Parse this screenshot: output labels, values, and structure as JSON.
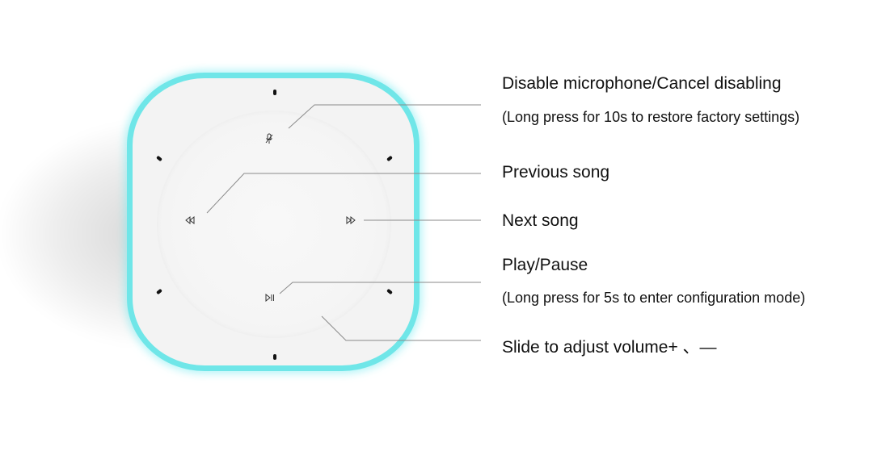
{
  "figure": {
    "device": {
      "ring_color": "#6fe6e8",
      "body_color": "#f3f3f3",
      "controls": [
        {
          "name": "microphone-mute",
          "icon": "mic-off-icon",
          "glyph": "🎙"
        },
        {
          "name": "previous",
          "icon": "rewind-icon",
          "glyph": "⏪"
        },
        {
          "name": "next",
          "icon": "fast-forward-icon",
          "glyph": "⏩"
        },
        {
          "name": "play-pause",
          "icon": "play-pause-icon",
          "glyph": "⏯"
        }
      ]
    },
    "annotations": [
      {
        "title": "Disable microphone/Cancel disabling",
        "subtitle": "(Long press for 10s to restore factory settings)"
      },
      {
        "title": "Previous song"
      },
      {
        "title": "Next song"
      },
      {
        "title": "Play/Pause",
        "subtitle": "(Long press for 5s to enter configuration mode)"
      },
      {
        "title": "Slide to adjust volume+ 、—"
      }
    ],
    "leader_line_color": "#8a8a8a"
  }
}
